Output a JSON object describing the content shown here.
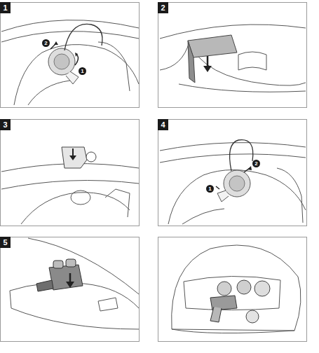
{
  "diagram": {
    "labels": [
      "1",
      "2",
      "1",
      "2",
      "3",
      "4",
      "1",
      "2",
      "5"
    ]
  }
}
